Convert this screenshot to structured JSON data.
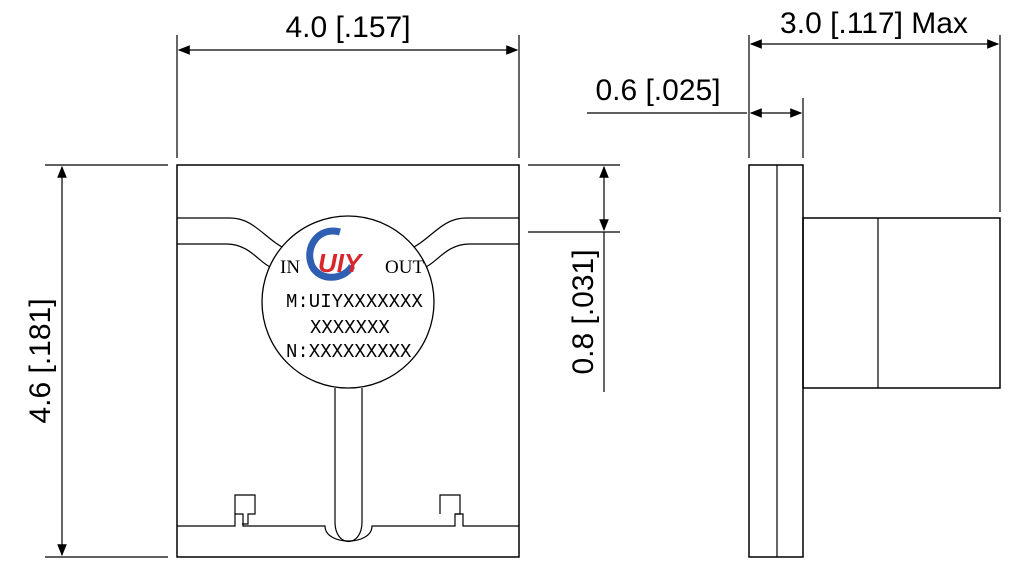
{
  "dimensions": {
    "top_width": "4.0 [.157]",
    "left_height": "4.6 [.181]",
    "offset": "0.8 [.031]",
    "thickness": "0.6 [.025]",
    "max_depth": "3.0 [.117] Max"
  },
  "label": {
    "port_in": "IN",
    "port_out": "OUT",
    "model_line": "M:UIYXXXXXXX",
    "model_line2": "XXXXXXX",
    "serial_line": "N:XXXXXXXXX"
  },
  "logo": {
    "text": "UIY",
    "color_ring": "#2f5fb3",
    "color_text": "#d8262c"
  }
}
